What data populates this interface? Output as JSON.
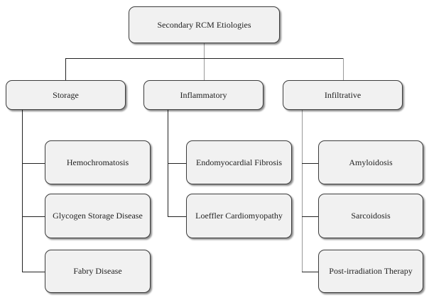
{
  "root": {
    "label": "Secondary RCM Etiologies"
  },
  "categories": [
    {
      "label": "Storage",
      "children": [
        "Hemochromatosis",
        "Glycogen Storage Disease",
        "Fabry Disease"
      ]
    },
    {
      "label": "Inflammatory",
      "children": [
        "Endomyocardial Fibrosis",
        "Loeffler Cardiomyopathy"
      ]
    },
    {
      "label": "Infiltrative",
      "children": [
        "Amyloidosis",
        "Sarcoidosis",
        "Post-irradiation Therapy"
      ]
    }
  ]
}
